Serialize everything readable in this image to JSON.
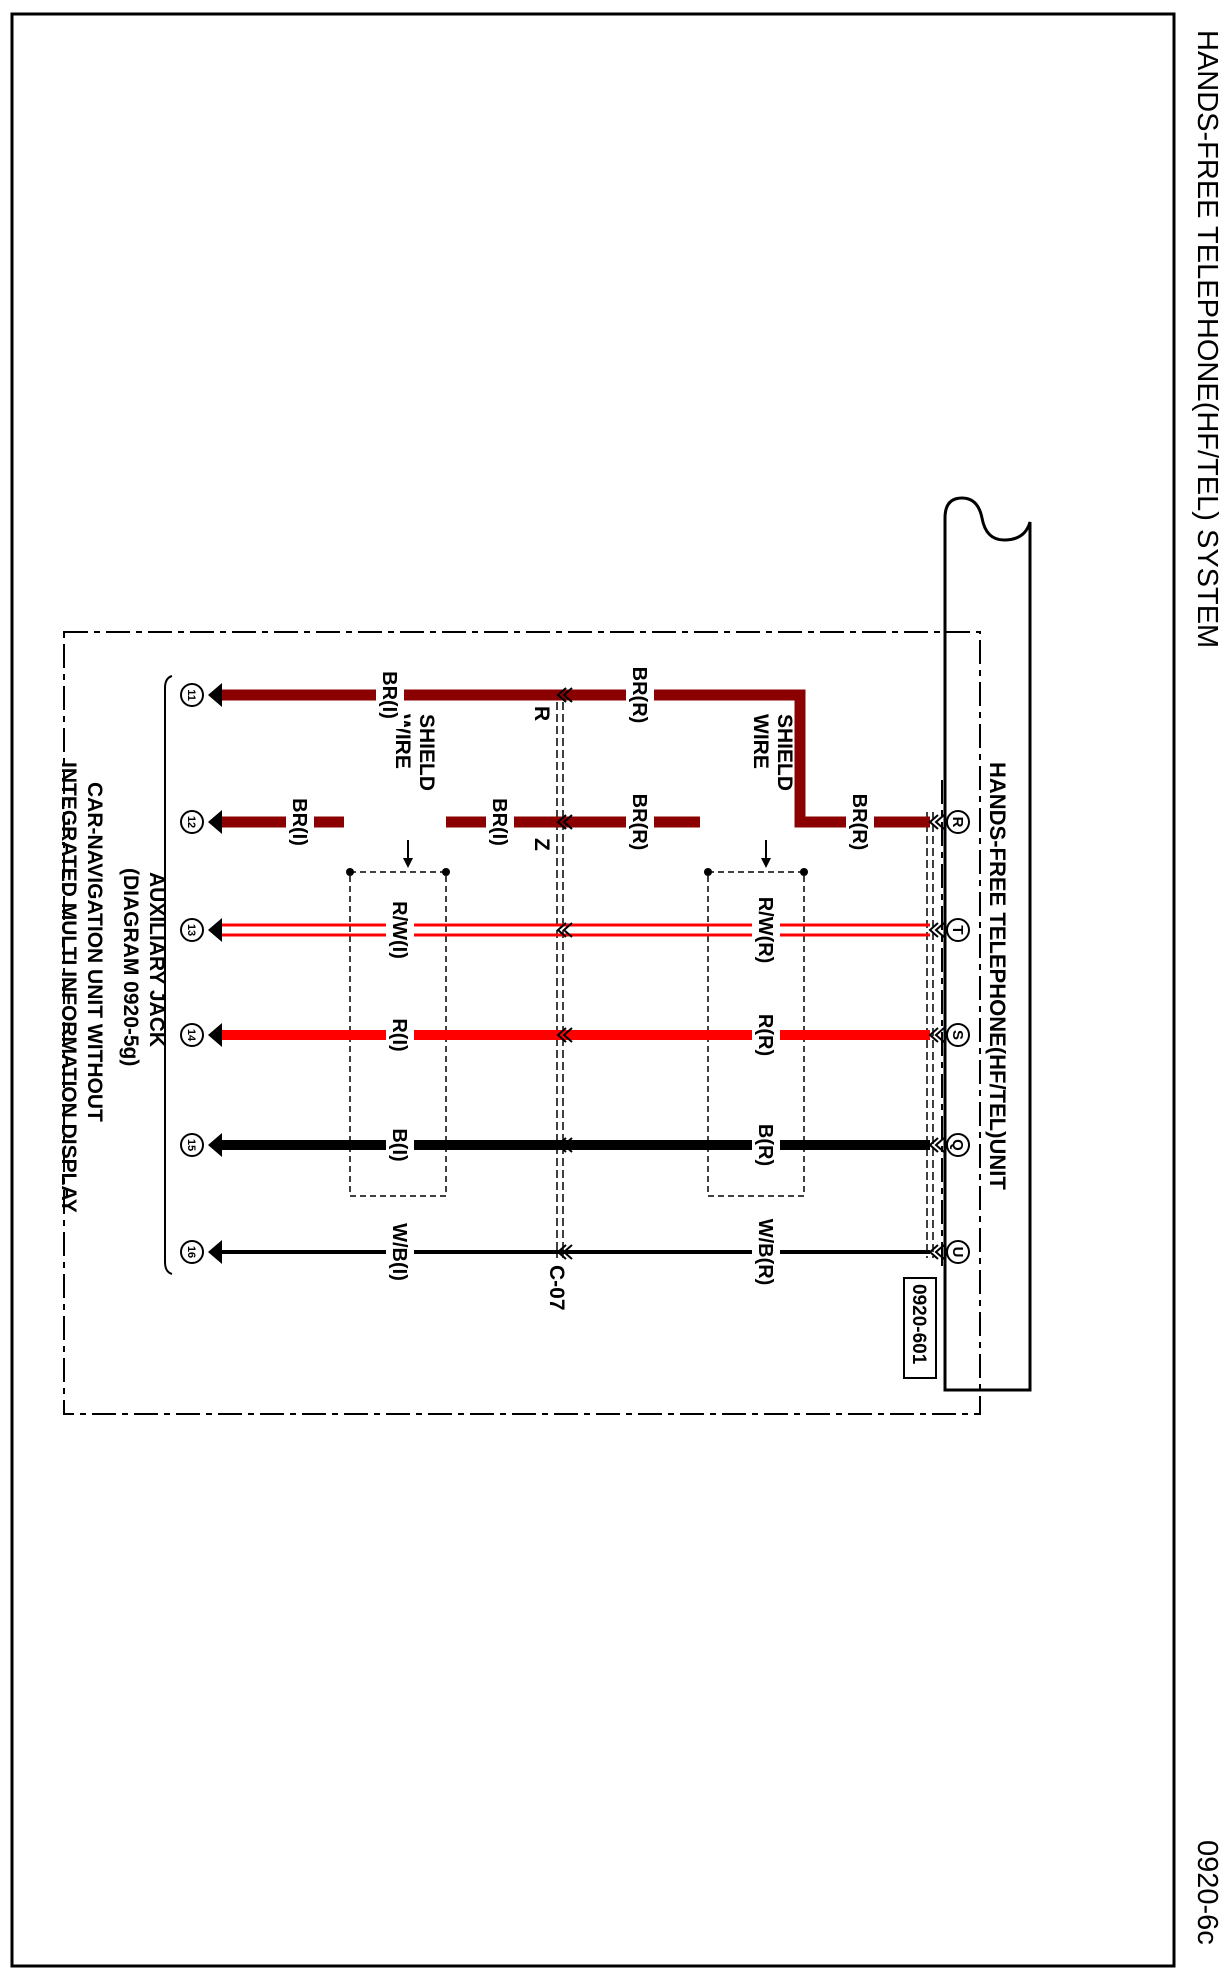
{
  "header": {
    "title": "HANDS-FREE TELEPHONE(HF/TEL) SYSTEM",
    "page_code": "0920-6c"
  },
  "unit": {
    "name": "HANDS-FREE TELEPHONE(HF/TEL)UNIT",
    "connector_code": "0920-601",
    "terminals": [
      "R",
      "T",
      "S",
      "Q",
      "U"
    ]
  },
  "junction": {
    "code": "C-07",
    "letter_r": "R",
    "letter_z": "Z"
  },
  "shield": {
    "upper": "SHIELD\nWIRE",
    "lower": "SHIELD\nWIRE"
  },
  "wires": {
    "upper": [
      "BR(R)",
      "BR(R)",
      "BR(R)",
      "R/W(R)",
      "R(R)",
      "B(R)",
      "W/B(R)"
    ],
    "lower": [
      "BR(I)",
      "BR(I)",
      "BR(I)",
      "R/W(I)",
      "R(I)",
      "B(I)",
      "W/B(I)"
    ]
  },
  "pins": [
    "11",
    "12",
    "13",
    "14",
    "15",
    "16"
  ],
  "destination": {
    "line1": "AUXILIARY JACK",
    "line2": "(DIAGRAM 0920-5g)",
    "line3": "CAR-NAVIGATION UNIT WITHOUT",
    "line4": "INTEGRATED MULTI INFORMATION DISPLAY"
  },
  "colors": {
    "brown": "#8b0000",
    "red": "#ff0000",
    "black": "#000000"
  }
}
